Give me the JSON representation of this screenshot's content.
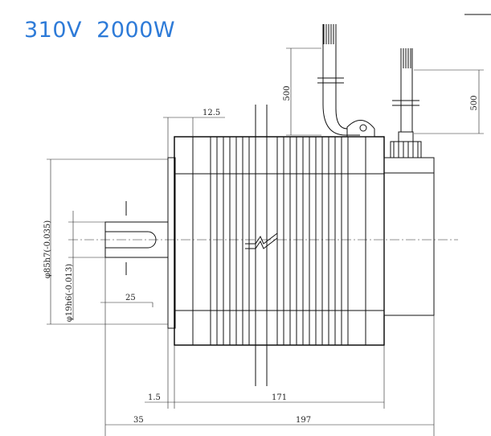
{
  "title": "310V  2000W",
  "dimensions": {
    "cable_length_left": "500",
    "cable_length_right": "500",
    "flange_offset": "12.5",
    "pilot_diameter": "φ85h7(-0.035)",
    "shaft_diameter": "φ19h6(-0.013)",
    "shaft_key_length": "25",
    "flange_thickness": "1.5",
    "body_length": "171",
    "shaft_length": "35",
    "total_length": "197"
  },
  "colors": {
    "title": "#2e7bd8",
    "lines": "#111111"
  }
}
